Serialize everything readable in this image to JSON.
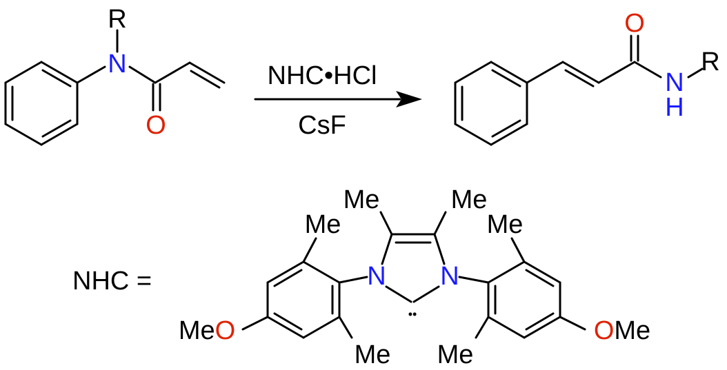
{
  "colors": {
    "nitrogen": "#1a1aff",
    "oxygen": "#e02000",
    "carbon_text": "#000000",
    "bond": "#000000"
  },
  "reaction": {
    "reagent_above": "NHC•HCl",
    "reagent_below": "CsF"
  },
  "reactant": {
    "r_label": "R",
    "n_label": "N",
    "o_label": "O"
  },
  "product": {
    "o_label": "O",
    "n_label": "N",
    "h_label": "H",
    "r_label": "R"
  },
  "nhc": {
    "definition_label": "NHC =",
    "me_labels": {
      "backbone_left": "Me",
      "backbone_right": "Me",
      "left_aryl_top": "Me",
      "left_aryl_bottom": "Me",
      "right_aryl_top": "Me",
      "right_aryl_bottom": "Me"
    },
    "n_left": "N",
    "n_right": "N",
    "lone_pair": "••",
    "methoxy_left": {
      "me": "Me",
      "o": "O"
    },
    "methoxy_right": {
      "o": "O",
      "me": "Me"
    }
  }
}
